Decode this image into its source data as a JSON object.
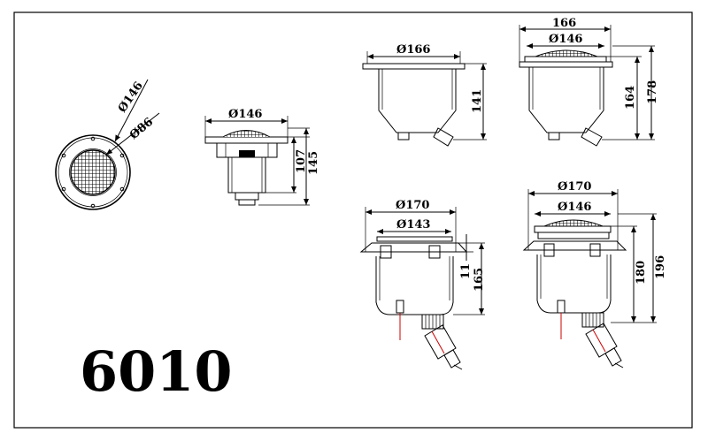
{
  "model_number": "6010",
  "views": {
    "front": {
      "dia_outer": "Ø146",
      "dia_inner": "Ø86"
    },
    "side_small": {
      "dia": "Ø146",
      "h_inner": "107",
      "h_outer": "145"
    },
    "housing_top": {
      "dia": "Ø166",
      "height": "141"
    },
    "housing_lamp_top": {
      "dia_outer": "166",
      "dia_inner": "Ø146",
      "h_inner": "164",
      "h_outer": "178"
    },
    "housing_bottom": {
      "dia_outer": "Ø170",
      "dia_inner": "Ø143",
      "h_small": "11",
      "height": "165"
    },
    "housing_lamp_bottom": {
      "dia_outer": "Ø170",
      "dia_inner": "Ø146",
      "h_inner": "180",
      "h_outer": "196"
    }
  },
  "colors": {
    "line": "#000000",
    "accent": "#cc0000",
    "background": "#ffffff"
  }
}
